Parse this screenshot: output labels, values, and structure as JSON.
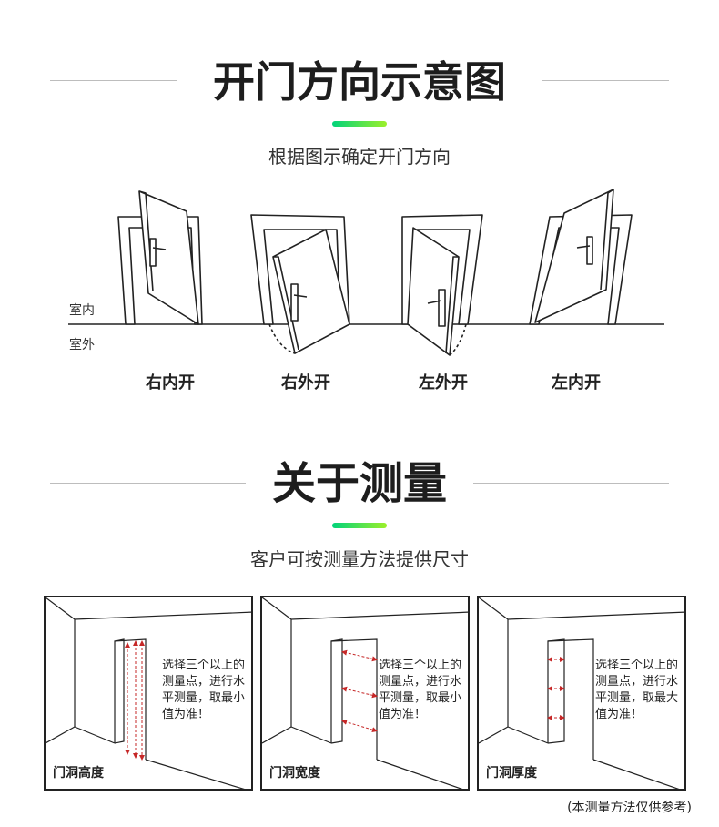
{
  "section1": {
    "title": "开门方向示意图",
    "subtitle": "根据图示确定开门方向",
    "indoor_label": "室内",
    "outdoor_label": "室外",
    "doors": [
      {
        "label": "右内开"
      },
      {
        "label": "右外开"
      },
      {
        "label": "左外开"
      },
      {
        "label": "左内开"
      }
    ]
  },
  "section2": {
    "title": "关于测量",
    "subtitle": "客户可按测量方法提供尺寸",
    "panels": [
      {
        "label": "门洞高度",
        "lines": [
          "选择三个以上的",
          "测量点，进行水",
          "平测量，取最小",
          "值为准！"
        ]
      },
      {
        "label": "门洞宽度",
        "lines": [
          "选择三个以上的",
          "测量点，进行水",
          "平测量，取最小",
          "值为准！"
        ]
      },
      {
        "label": "门洞厚度",
        "lines": [
          "选择三个以上的",
          "测量点，进行水",
          "平测量，取最大",
          "值为准！"
        ]
      }
    ],
    "note": "(本测量方法仅供参考)"
  },
  "colors": {
    "accent_start": "#00d37a",
    "accent_end": "#9cf02a",
    "arrow": "#c62828",
    "line": "#222222"
  }
}
